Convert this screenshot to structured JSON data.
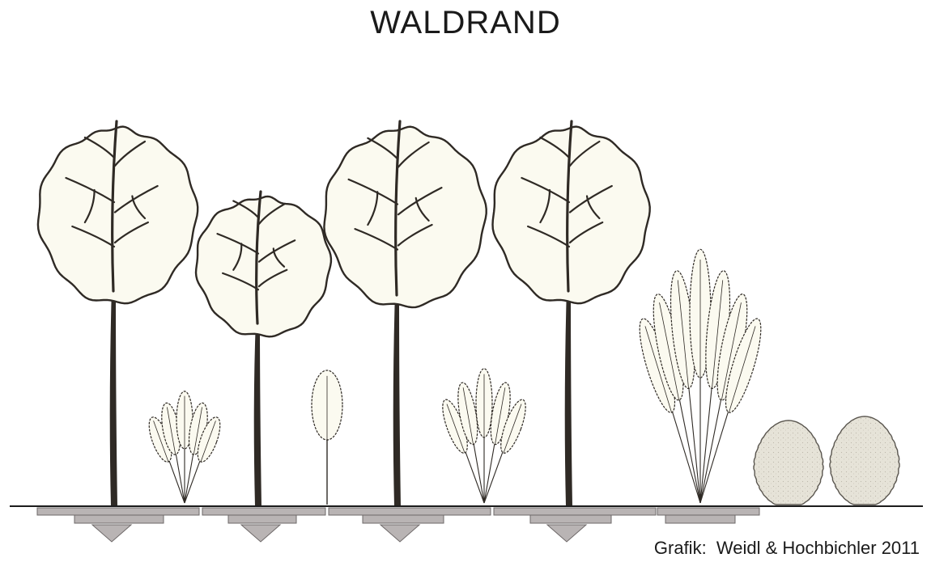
{
  "title": "WALDRAND",
  "credit": "Grafik:  Weidl & Hochbichler 2011",
  "colors": {
    "foliage": "#fbfaf0",
    "outline": "#2f2a25",
    "bush_fill": "#e6e3d8",
    "bush_outline": "#5a564f",
    "root_fill": "#b9b4b4",
    "root_outline": "#6d6868",
    "ground": "#1c1c1c"
  },
  "elements": [
    {
      "kind": "tree",
      "name": "tree-1",
      "icon": "tree-icon"
    },
    {
      "kind": "shrub",
      "name": "shrub-1",
      "icon": "shrub-icon"
    },
    {
      "kind": "tree",
      "name": "tree-2",
      "icon": "tree-icon"
    },
    {
      "kind": "sapling",
      "name": "sapling-1",
      "icon": "sapling-icon"
    },
    {
      "kind": "tree",
      "name": "tree-3",
      "icon": "tree-icon"
    },
    {
      "kind": "shrub",
      "name": "shrub-2",
      "icon": "shrub-icon"
    },
    {
      "kind": "tree",
      "name": "tree-4",
      "icon": "tree-icon"
    },
    {
      "kind": "tall-shrub",
      "name": "tall-shrub-1",
      "icon": "shrub-icon"
    },
    {
      "kind": "bush",
      "name": "bush-1",
      "icon": "bush-icon"
    },
    {
      "kind": "bush",
      "name": "bush-2",
      "icon": "bush-icon"
    }
  ]
}
